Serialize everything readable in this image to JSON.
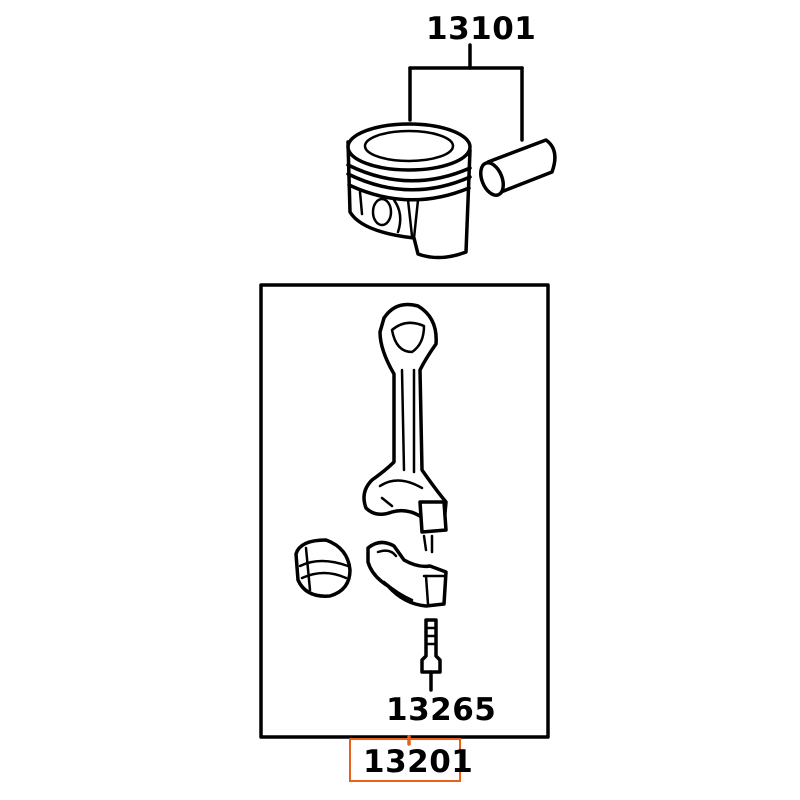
{
  "parts": {
    "piston_set": {
      "number": "13101"
    },
    "bolt": {
      "number": "13265"
    },
    "connecting_rod_assembly": {
      "number": "13201"
    }
  },
  "colors": {
    "line": "#000000",
    "background": "#ffffff",
    "highlight": "#e8611a"
  }
}
